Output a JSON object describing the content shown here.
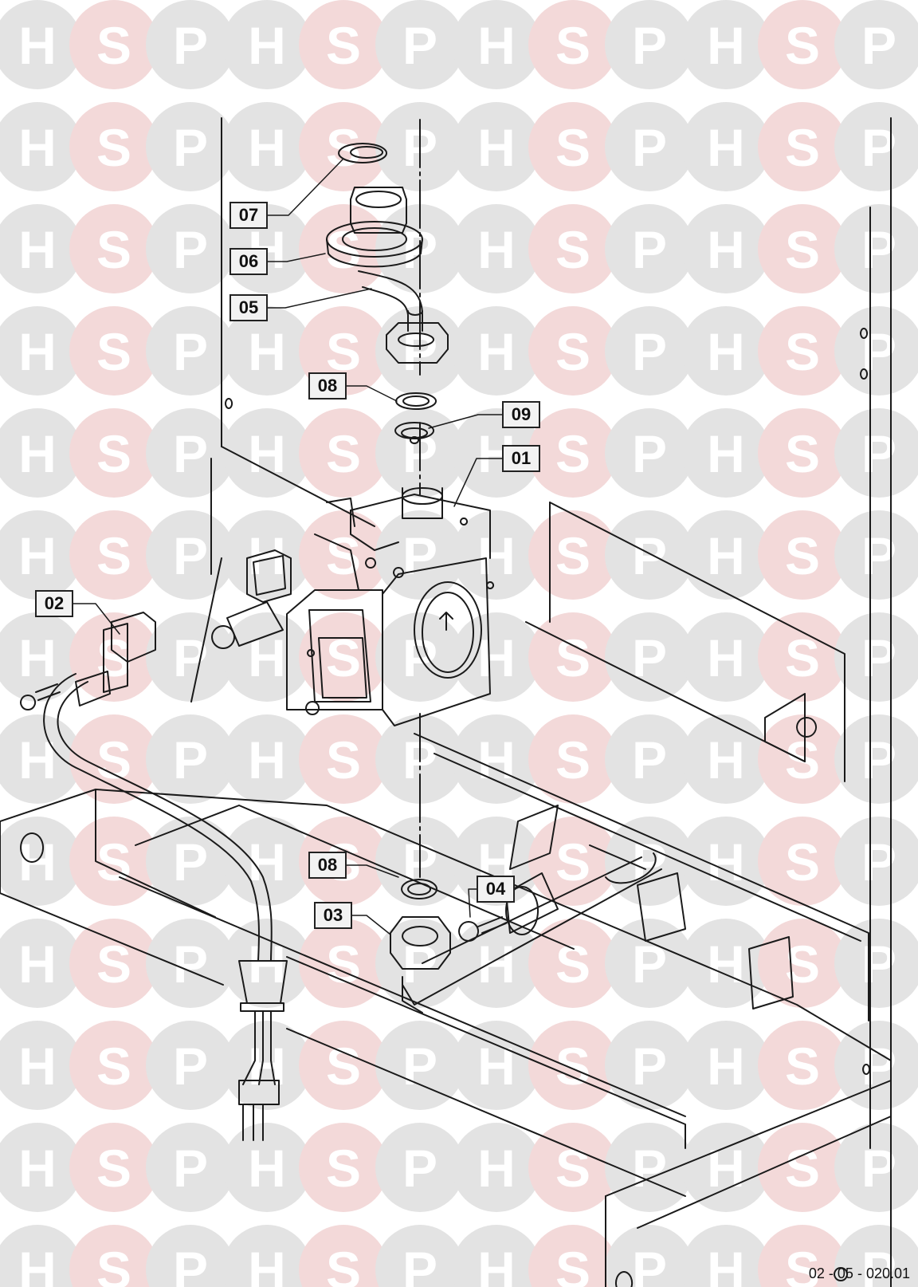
{
  "watermark": {
    "letters": [
      "H",
      "S",
      "P"
    ],
    "colors": {
      "h": "#e3e3e3",
      "s": "#f3d9d9",
      "glyph": "#ffffff"
    }
  },
  "callouts": {
    "c01": "01",
    "c02": "02",
    "c03": "03",
    "c04": "04",
    "c05": "05",
    "c06": "06",
    "c07": "07",
    "c08a": "08",
    "c08b": "08",
    "c09": "09"
  },
  "drawing_ref": "02 - 05 - 020.01"
}
